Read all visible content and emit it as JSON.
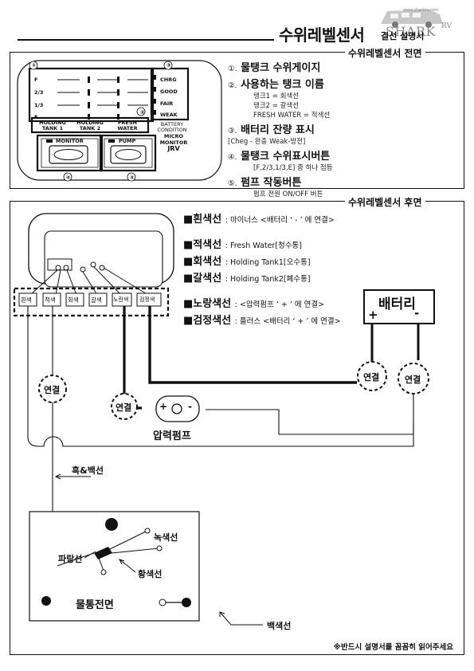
{
  "logo": {
    "text": "SHARK",
    "suffix": "RV",
    "tag": "www.sharkrv.com"
  },
  "title": {
    "main": "수위레벨센서",
    "sub": "결선 설명서"
  },
  "front": {
    "label": "수위레벨센서 전면",
    "gauge_rows": [
      "F",
      "2/3",
      "1/3",
      "E"
    ],
    "tank_labels": [
      [
        "HOLDING",
        "TANK 1"
      ],
      [
        "HOLDING",
        "TANK 2"
      ],
      [
        "FRESH",
        "WATER"
      ]
    ],
    "battery_levels": [
      "CHRG",
      "GOOD",
      "FAIR",
      "WEAK"
    ],
    "battery_condition": [
      "BATTERY",
      "CONDITION"
    ],
    "monitor_button": "MONITOR",
    "pump_button": "PUMP",
    "brand_lines": [
      "MICRO",
      "MONITOR",
      "JRV"
    ],
    "markers": [
      "①",
      "②",
      "③",
      "④",
      "⑤"
    ],
    "legend": [
      {
        "num": "①.",
        "title": "물탱크 수위게이지",
        "subs": []
      },
      {
        "num": "②.",
        "title": "사용하는 탱크 이름",
        "subs": [
          "탱크1 = 회색선",
          "탱크2 = 갈색선",
          "FRESH WATER = 적색선"
        ]
      },
      {
        "num": "③.",
        "title": "배터리 잔량 표시",
        "subs": [
          "[Cheg - 완충 Weak-방전]"
        ]
      },
      {
        "num": "④.",
        "title": "물탱크 수위표시버튼",
        "subs": [
          "[F,2/3,1/3,E] 중 하나 점등"
        ]
      },
      {
        "num": "⑤.",
        "title": "펌프 작동버튼",
        "subs": [
          "펌프 전원 ON/OFF 버튼"
        ]
      }
    ]
  },
  "back": {
    "label": "수위레벨센서 후면",
    "wire_legend": [
      {
        "color": "흰색선",
        "desc": ": 마이너스 <배터리 ‘ - ’ 에 연결>"
      },
      {
        "color": "적색선",
        "desc": ": Fresh Water[청수통]"
      },
      {
        "color": "회색선",
        "desc": ": Holding Tank1[오수통]"
      },
      {
        "color": "갈색선",
        "desc": ": Holding Tank2[폐수통]"
      },
      {
        "color": "노랑색선",
        "desc": ": <압력펌프 ‘ + ’ 에 연결>"
      },
      {
        "color": "검정색선",
        "desc": ": 플러스 <배터리 ‘ + ’ 에 연결>"
      }
    ],
    "terminals": [
      "흰색",
      "적색",
      "회색",
      "갈색",
      "노란색",
      "검정색"
    ],
    "battery": {
      "label": "배터리",
      "plus": "+",
      "minus": "-"
    },
    "connect_label": "연결",
    "pump_label": "압력펌프",
    "pump_terminals": {
      "plus": "+",
      "minus": "-"
    },
    "black_white_label": "흑&백선",
    "tank_front_label": "물통전면",
    "green_wire": "녹색선",
    "blue_wire": "파랑선",
    "yellow_wire": "황색선",
    "white_wire": "백색선"
  },
  "footnote": "※반드시 설명서를 꼼꼼히 읽어주세요"
}
